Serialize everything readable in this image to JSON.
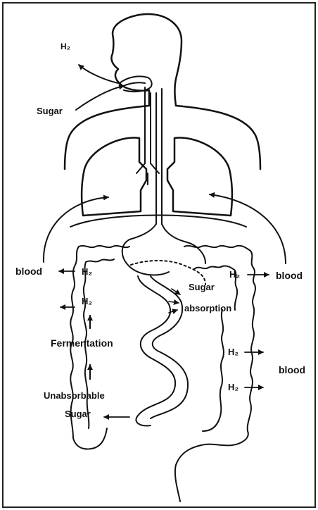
{
  "labels": {
    "h2_exhaled": "H₂",
    "sugar_intake": "Sugar",
    "blood_left": "blood",
    "h2_left_1": "H₂",
    "h2_left_2": "H₂",
    "fermentation": "Fermentation",
    "unabsorbable": "Unabsorbable",
    "sugar_bottom": "Sugar",
    "sugar_absorption_1": "Sugar",
    "sugar_absorption_2": "absorption",
    "h2_right_1": "H₂",
    "blood_right_top": "blood",
    "h2_right_2": "H₂",
    "h2_right_3": "H₂",
    "blood_right_bottom": "blood"
  },
  "colors": {
    "ink": "#111111",
    "background": "#ffffff",
    "frame": "#222222"
  }
}
